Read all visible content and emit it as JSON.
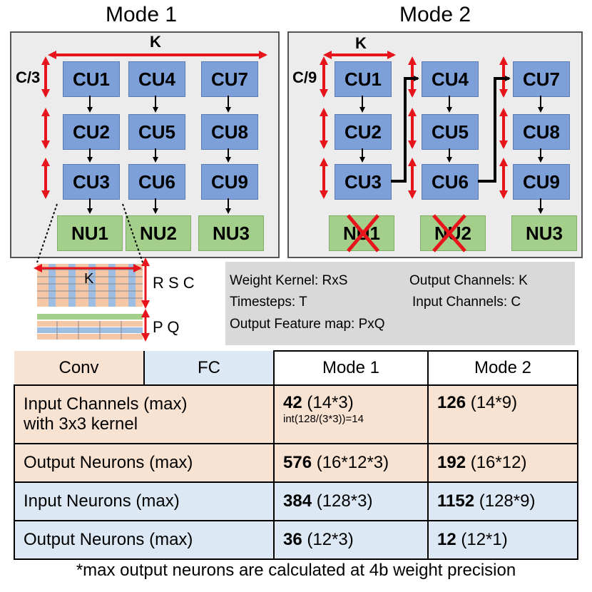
{
  "mode1": {
    "title": "Mode 1",
    "k_label": "K",
    "c_label": "C/3",
    "cus": [
      "CU1",
      "CU2",
      "CU3",
      "CU4",
      "CU5",
      "CU6",
      "CU7",
      "CU8",
      "CU9"
    ],
    "nus": [
      "NU1",
      "NU2",
      "NU3"
    ]
  },
  "mode2": {
    "title": "Mode 2",
    "k_label": "K",
    "c_label": "C/9",
    "cus": [
      "CU1",
      "CU2",
      "CU3",
      "CU4",
      "CU5",
      "CU6",
      "CU7",
      "CU8",
      "CU9"
    ],
    "nus": [
      "NU1",
      "NU2",
      "NU3"
    ]
  },
  "inset": {
    "k_label": "K",
    "rsc_label": "R S C",
    "pq_label": "P Q"
  },
  "legend": {
    "weight_kernel": "Weight Kernel: RxS",
    "output_channels": "Output Channels: K",
    "timesteps": "Timesteps: T",
    "input_channels": "Input Channels: C",
    "output_feature_map": "Output Feature map: PxQ"
  },
  "table": {
    "header": {
      "conv": "Conv",
      "fc": "FC",
      "mode1": "Mode 1",
      "mode2": "Mode 2"
    },
    "rows": [
      {
        "label_line1": "Input Channels (max)",
        "label_line2": "with 3x3 kernel",
        "m1_bold": "42",
        "m1_rest": " (14*3)",
        "m1_note": "int(128/(3*3))=14",
        "m2_bold": "126",
        "m2_rest": " (14*9)"
      },
      {
        "label": "Output Neurons (max)",
        "m1_bold": "576",
        "m1_rest": " (16*12*3)",
        "m2_bold": "192",
        "m2_rest": " (16*12)"
      },
      {
        "label": "Input Neurons (max)",
        "m1_bold": "384",
        "m1_rest": " (128*3)",
        "m2_bold": "1152",
        "m2_rest": " (128*9)"
      },
      {
        "label": "Output Neurons (max)",
        "m1_bold": "36",
        "m1_rest": " (12*3)",
        "m2_bold": "12",
        "m2_rest": " (12*1)"
      }
    ]
  },
  "footnote": "*max output neurons are calculated at 4b weight precision",
  "colors": {
    "cu": "#7ea0d8",
    "nu": "#a3cf8a",
    "arrow_red": "#e8141b",
    "conv": "#f8e2d2",
    "fc": "#dce8f4"
  }
}
